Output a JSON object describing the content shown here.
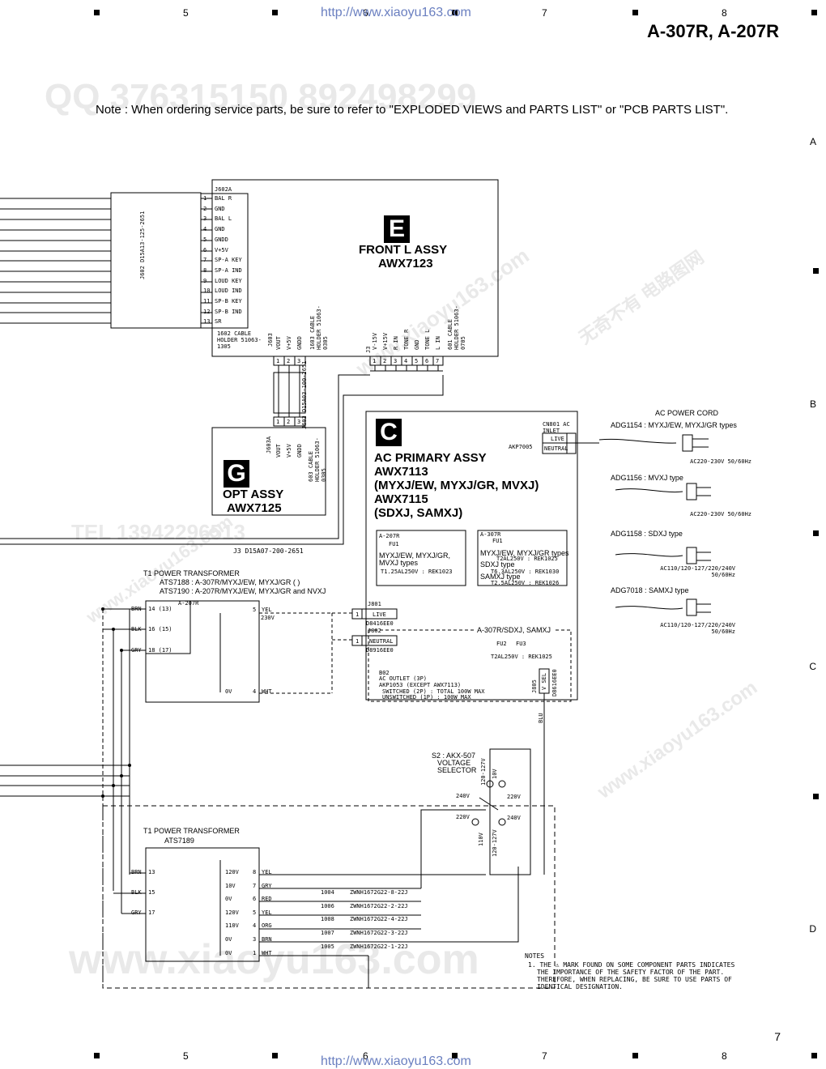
{
  "header": {
    "grid_top": [
      "5",
      "6",
      "7",
      "8"
    ],
    "url": "http://www.xiaoyu163.com",
    "title": "A-307R, A-207R",
    "note": "Note : When ordering service parts, be sure to refer to \"EXPLODED VIEWS and PARTS LIST\" or \"PCB PARTS LIST\"."
  },
  "row_letters": [
    "A",
    "B",
    "C",
    "D"
  ],
  "footer": {
    "grid_bottom": [
      "5",
      "6",
      "7",
      "8"
    ],
    "url": "http://www.xiaoyu163.com",
    "page": "7"
  },
  "watermarks": {
    "qq": "QQ 376315150  892498299",
    "tel": "TEL 13942296513",
    "site": "www.xiaoyu163.com",
    "cn": "无奇不有 电路图网"
  },
  "front_l": {
    "letter": "E",
    "name": "FRONT L ASSY",
    "code": "AWX7123",
    "conn": "J602A",
    "cable": "J602  D15A13-125-2651",
    "pins": [
      "BAL R",
      "GND",
      "BAL L",
      "GND",
      "GNDD",
      "V+5V",
      "SP-A KEY",
      "SP-A IND",
      "LOUD KEY",
      "LOUD IND",
      "SP-B KEY",
      "SP-B IND",
      "SR"
    ],
    "holder1": "1602 CABLE HOLDER 51063-1305",
    "j603_pins": [
      "VOUT",
      "V+5V",
      "GNDD"
    ],
    "holder2": "1603 CABLE HOLDER 51063-0305",
    "j3_pins": [
      "V-15V",
      "V+15V",
      "R IN",
      "TONE R",
      "GND",
      "TONE L",
      "L IN"
    ],
    "holder3": "601 CABLE HOLDER 51063-0705",
    "j603_label": "J603",
    "j3_label": "J3"
  },
  "opt": {
    "letter": "G",
    "name": "OPT ASSY",
    "code": "AWX7125",
    "conn": "J603A",
    "cable": "J603  D15A03-100-2651",
    "holder": "603 CABLE HOLDER 51063-0305"
  },
  "j3_cable": "J3  D15A07-200-2651",
  "ac": {
    "letter": "C",
    "lines": [
      "AC PRIMARY ASSY",
      "AWX7113",
      "(MYXJ/EW, MYXJ/GR, MVXJ)",
      "AWX7115",
      "(SDXJ, SAMXJ)"
    ],
    "inlet": "CN801 AC INLET",
    "inlet_code": "AKP7005",
    "inlet_pins": [
      "LIVE",
      "NEUTRAL"
    ],
    "fuse207_title": "A-207R",
    "fuse207": [
      "FU1",
      "MYXJ/EW, MYXJ/GR,",
      "MVXJ types",
      "T1.25AL250V : REK1023"
    ],
    "fuse307_title": "A-307R",
    "fuse307": [
      "FU1",
      "MYXJ/EW, MYXJ/GR types",
      "T2AL250V : REK1025",
      "SDXJ type",
      "T6.3AL250V : REK1030",
      "SAMXJ type",
      "T2.5AL250V : REK1026"
    ],
    "j801": [
      "J801",
      "LIVE",
      "D8416EE0"
    ],
    "j802": [
      "J802",
      "NEUTRAL",
      "D8916EE0"
    ],
    "sdxj_label": "A-307R/SDXJ, SAMXJ",
    "fu23": [
      "FU2",
      "FU3",
      "T2AL250V : REK1025"
    ],
    "outlet": [
      "B02",
      "AC OUTLET (3P)",
      "AKP1053 (EXCEPT AWX7113)",
      "SWITCHED (2P)   : TOTAL 100W MAX",
      "UNSWITCHED (1P) : 100W MAX"
    ],
    "j805": [
      "J805",
      "V SEL",
      "D8616EE0"
    ],
    "blu": "BLU"
  },
  "cord": {
    "title": "AC POWER CORD",
    "items": [
      {
        "model": "ADG1154 : MYXJ/EW, MYXJ/GR types",
        "rating": "AC220-230V 50/60Hz"
      },
      {
        "model": "ADG1156 : MVXJ type",
        "rating": "AC220-230V 50/60Hz"
      },
      {
        "model": "ADG1158 : SDXJ type",
        "rating": "AC110/120-127/220/240V 50/60Hz"
      },
      {
        "model": "ADG7018 : SAMXJ type",
        "rating": "AC110/120-127/220/240V 50/60Hz"
      }
    ]
  },
  "t1a": {
    "title": "T1  POWER TRANSFORMER",
    "l1": "ATS7188 : A-307R/MYXJ/EW, MYXJ/GR (    )",
    "l2": "ATS7190 : A-207R/MYXJ/EW, MYXJ/GR and NVXJ",
    "tag": "A-207R",
    "left": [
      [
        "BRN",
        "14 (13)"
      ],
      [
        "BLK",
        "16 (15)"
      ],
      [
        "GRY",
        "18 (17)"
      ]
    ],
    "right": [
      [
        "5",
        "YEL",
        "230V"
      ],
      [
        "4",
        "WHT",
        "0V"
      ]
    ]
  },
  "t1b": {
    "title": "T1  POWER TRANSFORMER",
    "code": "ATS7189",
    "left": [
      [
        "BRN",
        "13"
      ],
      [
        "BLK",
        "15"
      ],
      [
        "GRY",
        "17"
      ]
    ],
    "right": [
      {
        "pin": "8",
        "color": "YEL",
        "v": "120V",
        "ref": "",
        "wire": ""
      },
      {
        "pin": "7",
        "color": "GRY",
        "v": "10V",
        "ref": "1004",
        "wire": "ZWNH1672G22-8-22J"
      },
      {
        "pin": "6",
        "color": "RED",
        "v": "0V",
        "ref": "1006",
        "wire": "ZWNH1672G22-2-22J"
      },
      {
        "pin": "5",
        "color": "YEL",
        "v": "120V",
        "ref": "1008",
        "wire": "ZWNH1672G22-4-22J"
      },
      {
        "pin": "4",
        "color": "ORG",
        "v": "110V",
        "ref": "1007",
        "wire": "ZWNH1672G22-3-22J"
      },
      {
        "pin": "3",
        "color": "BRN",
        "v": "0V",
        "ref": "1005",
        "wire": "ZWNH1672G22-1-22J"
      },
      {
        "pin": "1",
        "color": "WHT",
        "v": "0V",
        "ref": "",
        "wire": ""
      }
    ]
  },
  "selector": {
    "title": [
      "S2 : AKX-507",
      "VOLTAGE",
      "SELECTOR"
    ],
    "labels": [
      "120-127V",
      "10V",
      "240V",
      "220V",
      "220V",
      "240V",
      "110V",
      "120-127V"
    ]
  },
  "notes": {
    "title": "NOTES",
    "lines": [
      "1.  THE  ⚠  MARK FOUND ON SOME COMPONENT PARTS INDICATES",
      "THE IMPORTANCE OF THE SAFETY FACTOR OF THE PART.",
      "THEREFORE, WHEN REPLACING, BE SURE TO USE PARTS OF",
      "IDENTICAL DESIGNATION."
    ]
  }
}
